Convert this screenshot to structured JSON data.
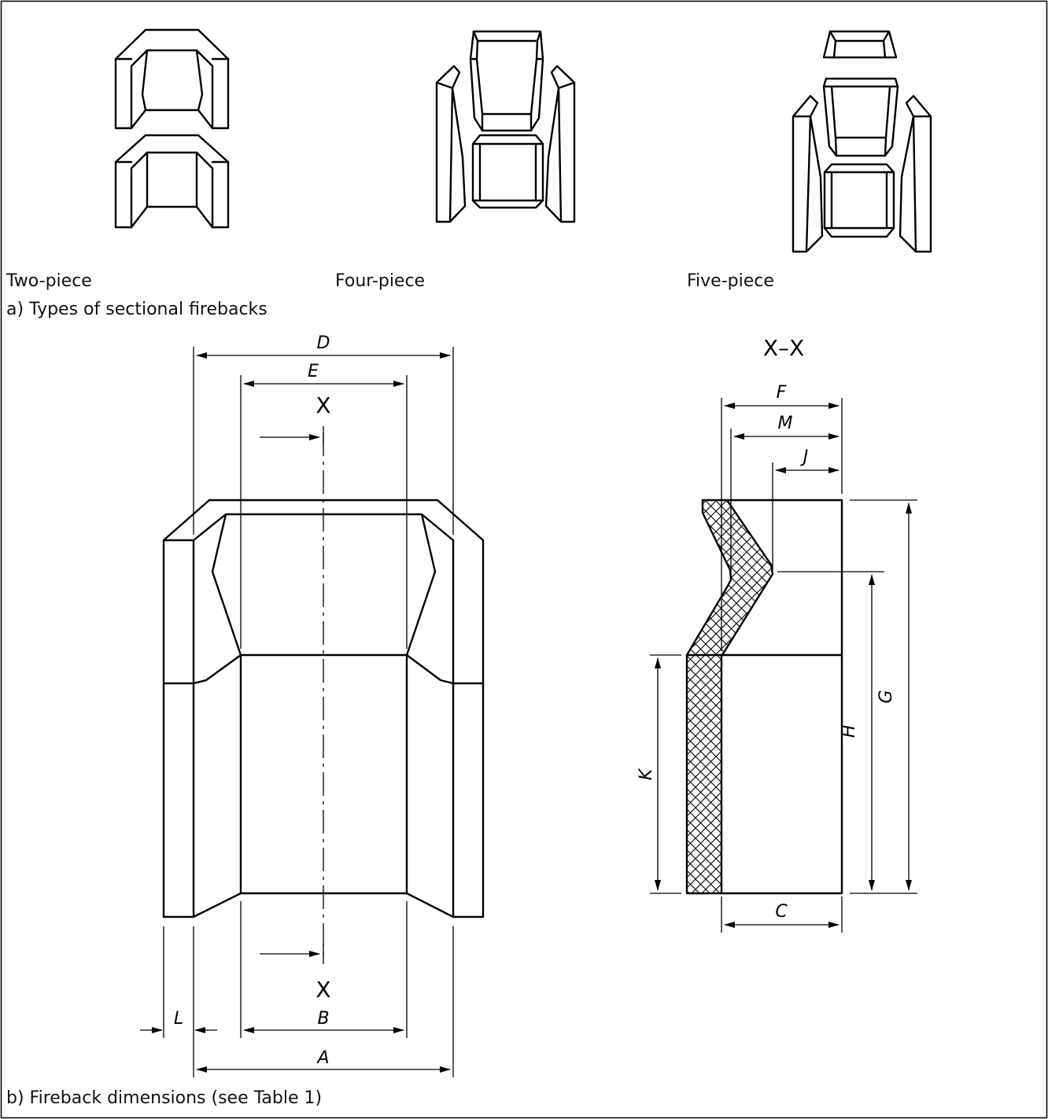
{
  "captions": {
    "two_piece": "Two-piece",
    "four_piece": "Four-piece",
    "five_piece": "Five-piece",
    "part_a": "a) Types of sectional firebacks",
    "part_b": "b) Fireback dimensions (see Table 1)"
  },
  "dimensions": {
    "A": "A",
    "B": "B",
    "C": "C",
    "D": "D",
    "E": "E",
    "F": "F",
    "G": "G",
    "H": "H",
    "J": "J",
    "K": "K",
    "L": "L",
    "M": "M"
  },
  "section": {
    "title": "X–X",
    "mark_top": "X",
    "mark_bottom": "X"
  }
}
